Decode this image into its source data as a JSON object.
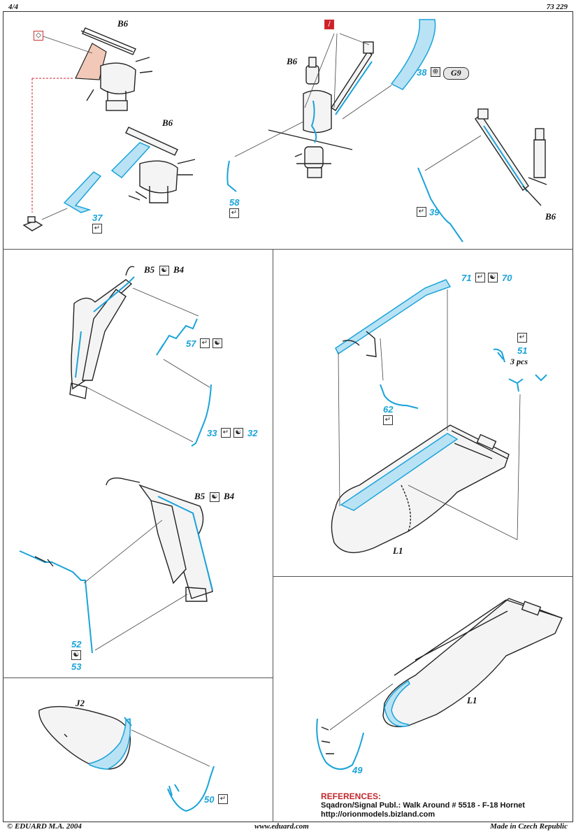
{
  "header": {
    "page": "4/4",
    "code": "73 229"
  },
  "labels": {
    "b6_a": "B6",
    "b6_b": "B6",
    "b6_c": "B6",
    "b6_d": "B6",
    "b5_a": "B5",
    "b4_a": "B4",
    "b5_b": "B5",
    "b4_b": "B4",
    "l1_a": "L1",
    "l1_b": "L1",
    "j2": "J2",
    "g9": "G9",
    "pcs": "3 pcs"
  },
  "parts": {
    "p37": "37",
    "p38": "38",
    "p39": "39",
    "p58": "58",
    "p57": "57",
    "p71": "71",
    "p70": "70",
    "p51": "51",
    "p62": "62",
    "p33": "33",
    "p32": "32",
    "p52": "52",
    "p53": "53",
    "p49": "49",
    "p50": "50"
  },
  "references": {
    "title": "REFERENCES:",
    "line1": "Sqadron/Signal Publ.: Walk Around # 5518 -  F-18 Hornet",
    "line2": "http://orionmodels.bizland.com"
  },
  "footer": {
    "left": "© EDUARD  M.A. 2004",
    "center": "www.eduard.com",
    "right": "Made in Czech Republic"
  },
  "icons": {
    "bend": "bend-icon",
    "fold": "yin-yang-icon",
    "remove": "remove-part-icon",
    "cut": "cut-icon"
  },
  "colors": {
    "etch": "#1aa3d9",
    "etch_fill": "#b9e3f5",
    "plastic_removed": "#f2c9b8",
    "refs_title": "#c0282d"
  }
}
